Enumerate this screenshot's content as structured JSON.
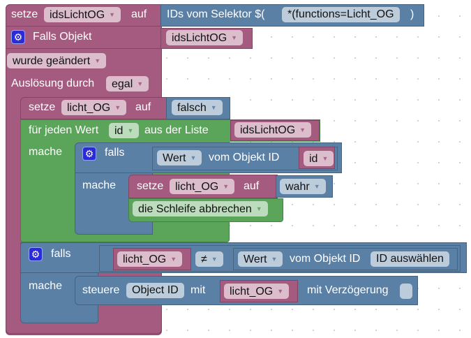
{
  "workspace": {
    "background": "#ffffff",
    "colors": {
      "variables": "#a55b80",
      "ioBroker": "#5b80a5",
      "loops": "#5ba55b"
    }
  },
  "blocks": {
    "set_ids": {
      "label_set": "setze",
      "variable": "idsLichtOG",
      "label_to": "auf",
      "selector": {
        "label": "IDs vom Selektor $(",
        "value": "*(functions=Licht_OG",
        "close": ")"
      }
    },
    "trigger": {
      "label": "Falls Objekt",
      "object": "idsLichtOG",
      "condition": "wurde geändert",
      "trigger_label": "Auslösung durch",
      "trigger_value": "egal"
    },
    "set_false": {
      "label_set": "setze",
      "variable": "licht_OG",
      "label_to": "auf",
      "value": "falsch"
    },
    "foreach": {
      "label_prefix": "für jeden Wert",
      "variable": "id",
      "label_list": "aus der Liste",
      "list": "idsLichtOG",
      "do_label": "mache"
    },
    "if_inner": {
      "label_if": "falls",
      "get_value": {
        "attr": "Wert",
        "label": "vom Objekt ID",
        "id": "id"
      },
      "do_label": "mache",
      "set_true": {
        "label_set": "setze",
        "variable": "licht_OG",
        "label_to": "auf",
        "value": "wahr"
      },
      "break": "die Schleife abbrechen"
    },
    "if_outer": {
      "label_if": "falls",
      "compare_left": "licht_OG",
      "operator": "≠",
      "get_value": {
        "attr": "Wert",
        "label": "vom Objekt ID",
        "id": "ID auswählen"
      },
      "do_label": "mache",
      "control": {
        "label": "steuere",
        "object": "Object ID",
        "label_with": "mit",
        "value": "licht_OG",
        "label_delay": "mit Verzögerung",
        "delay_checked": false
      }
    }
  }
}
